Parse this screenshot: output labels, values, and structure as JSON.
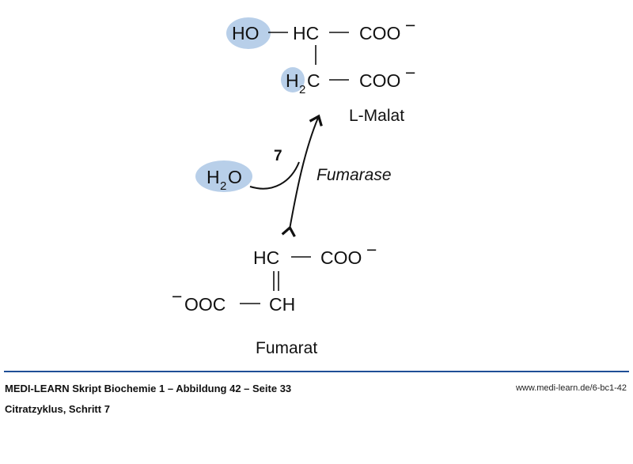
{
  "malat": {
    "ho": "HO",
    "hc": "HC",
    "coo1": "COO",
    "h2c_h": "H",
    "h2c_sub": "2",
    "h2c_c": "C",
    "coo2": "COO",
    "charge": "−",
    "name": "L-Malat"
  },
  "reaction": {
    "step": "7",
    "enzyme": "Fumarase",
    "water_h": "H",
    "water_sub": "2",
    "water_o": "O"
  },
  "fumarat": {
    "hc": "HC",
    "coo": "COO",
    "ooc": "OOC",
    "ch": "CH",
    "charge": "−",
    "name": "Fumarat"
  },
  "footer": {
    "title": "MEDI-LEARN Skript Biochemie 1 – Abbildung 42 – Seite 33",
    "subtitle": "Citratzyklus, Schritt 7",
    "url": "www.medi-learn.de/6-bc1-42"
  },
  "colors": {
    "highlight": "#b8cfe9",
    "rule": "#1f4e96"
  }
}
